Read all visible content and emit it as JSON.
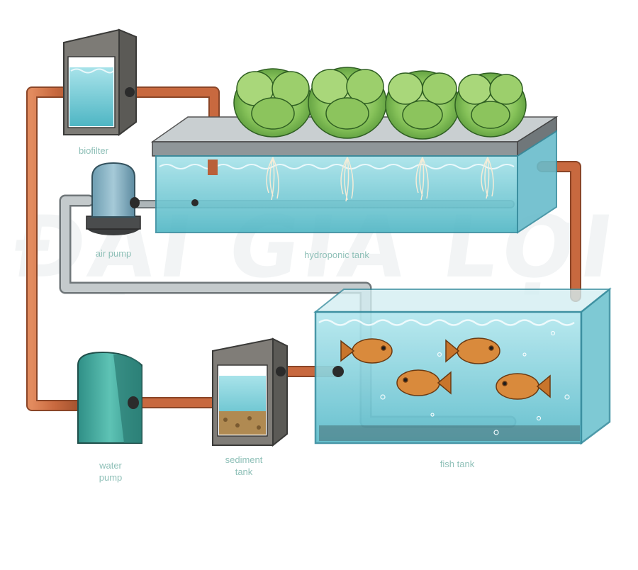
{
  "labels": {
    "biofilter": "biofilter",
    "air_pump": "air pump",
    "hydroponic_tank": "hydroponic tank",
    "water_pump_line1": "water",
    "water_pump_line2": "pump",
    "sediment_tank_line1": "sediment",
    "sediment_tank_line2": "tank",
    "fish_tank": "fish tank"
  },
  "watermark": "ĐẠI GIA LỢI",
  "colors": {
    "copper_pipe": "#c8693f",
    "grey_pipe": "#b9c0c3",
    "water": "#7fd0dc",
    "label": "#8fc0b8",
    "lettuce": "#7dbb4e",
    "fish": "#d98a3c",
    "pump": "#3aa89b"
  }
}
